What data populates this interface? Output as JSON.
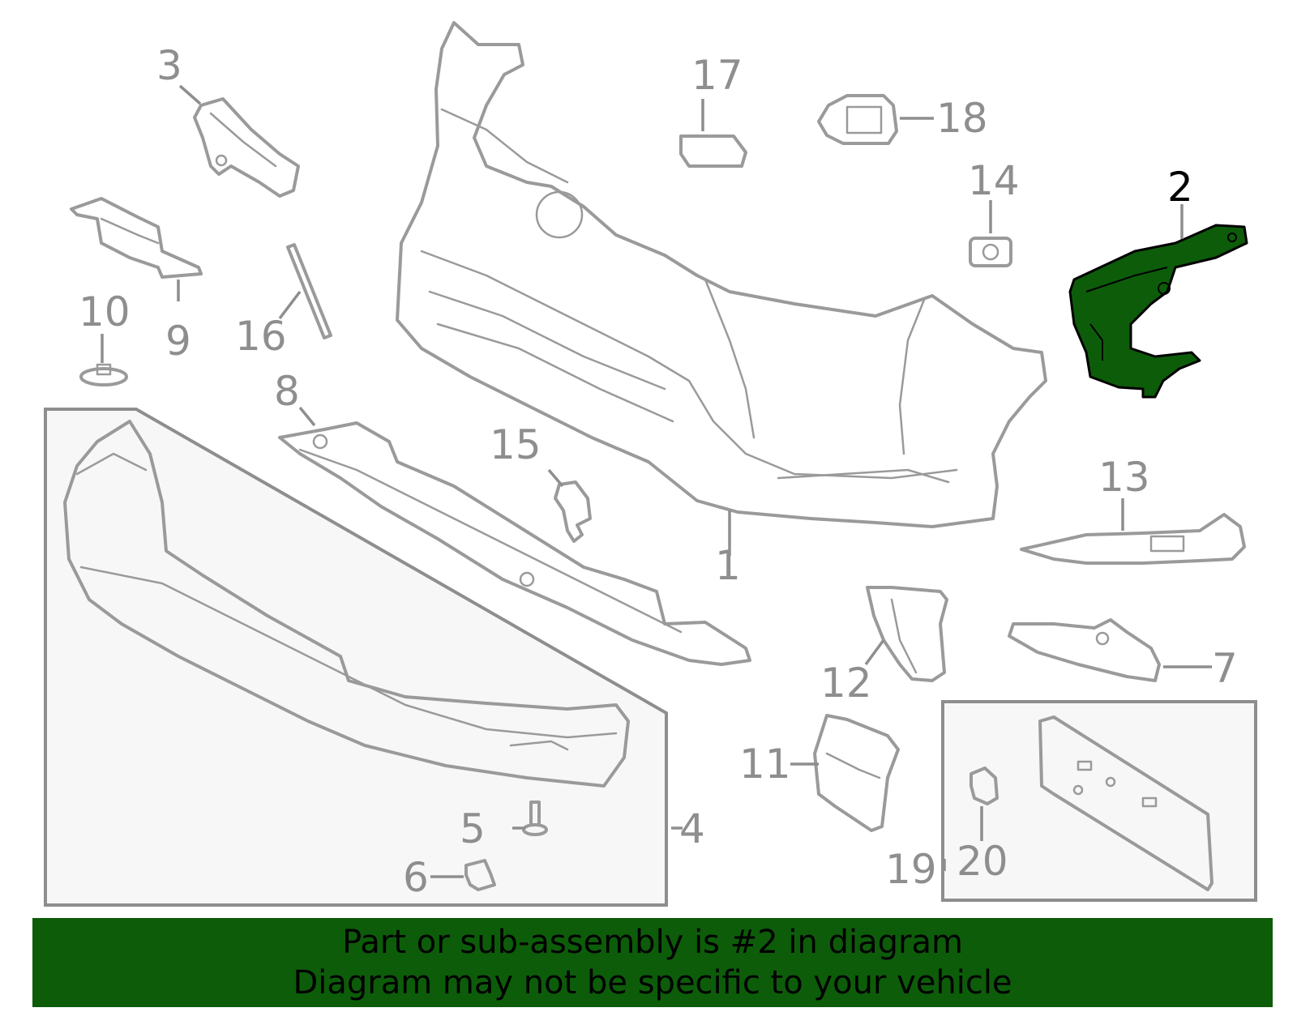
{
  "callouts": [
    "1",
    "2",
    "3",
    "4",
    "5",
    "6",
    "7",
    "8",
    "9",
    "10",
    "11",
    "12",
    "13",
    "14",
    "15",
    "16",
    "17",
    "18",
    "19",
    "20"
  ],
  "highlighted_part": "2",
  "colors": {
    "highlight": "#0d5c0a",
    "parts_stroke": "#9a9a9a",
    "box_fill": "#f7f7f7",
    "banner": "#0d5c0a"
  },
  "banner": {
    "line1": "Part or sub-assembly is #2 in diagram",
    "line2": "Diagram may not be specific to your vehicle"
  }
}
